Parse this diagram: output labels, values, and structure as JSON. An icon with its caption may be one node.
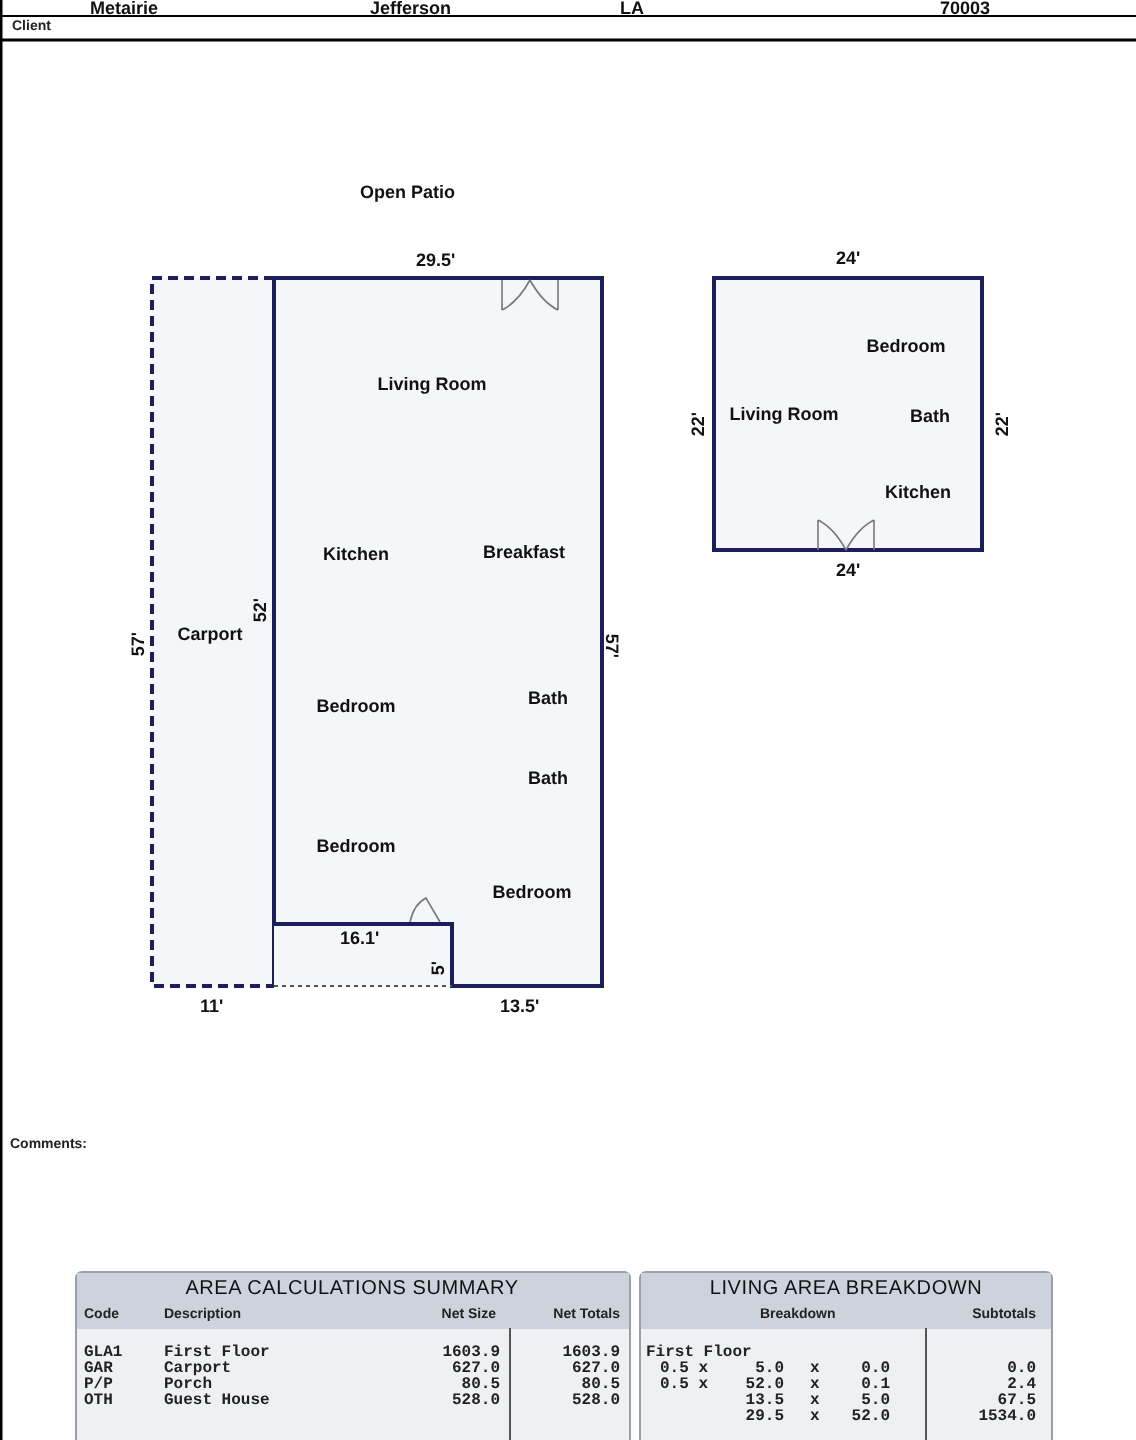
{
  "diagram": {
    "nodes": [
      {
        "text": [
          "Carport"
        ]
      },
      {
        "text": [
          "Living Room",
          "Kitchen",
          "Breakfast",
          "Bedroom",
          "Bath",
          "Bath",
          "Bedroom",
          "Bedroom"
        ]
      },
      {
        "text": [],
        "shape": "box"
      },
      {
        "text": [
          "Bedroom",
          "Living Room",
          "Bath",
          "Kitchen"
        ]
      }
    ],
    "edges": [],
    "labels": [
      "Metairie",
      "Jefferson",
      "LA",
      "70003",
      "Client",
      "Open Patio",
      "29.5'",
      "24'",
      "22'",
      "22'",
      "24'",
      "57'",
      "52'",
      "57'",
      "16.1'",
      "5'",
      "11'",
      "13.5'",
      "Comments:",
      "AREA CALCULATIONS SUMMARY",
      "Code",
      "Description",
      "Net Size",
      "Net Totals",
      "GLA1",
      "First Floor",
      "1603.9",
      "1603.9",
      "GAR",
      "Carport",
      "627.0",
      "627.0",
      "P/P",
      "Porch",
      "80.5",
      "80.5",
      "OTH",
      "Guest House",
      "528.0",
      "528.0",
      "LIVING AREA BREAKDOWN",
      "Breakdown",
      "Subtotals",
      "First Floor",
      "0.5 x",
      "5.0",
      "x",
      "0.0",
      "0.0",
      "0.5 x",
      "52.0",
      "x",
      "0.1",
      "2.4",
      "13.5",
      "x",
      "5.0",
      "67.5",
      "29.5",
      "x",
      "52.0",
      "1534.0"
    ]
  }
}
